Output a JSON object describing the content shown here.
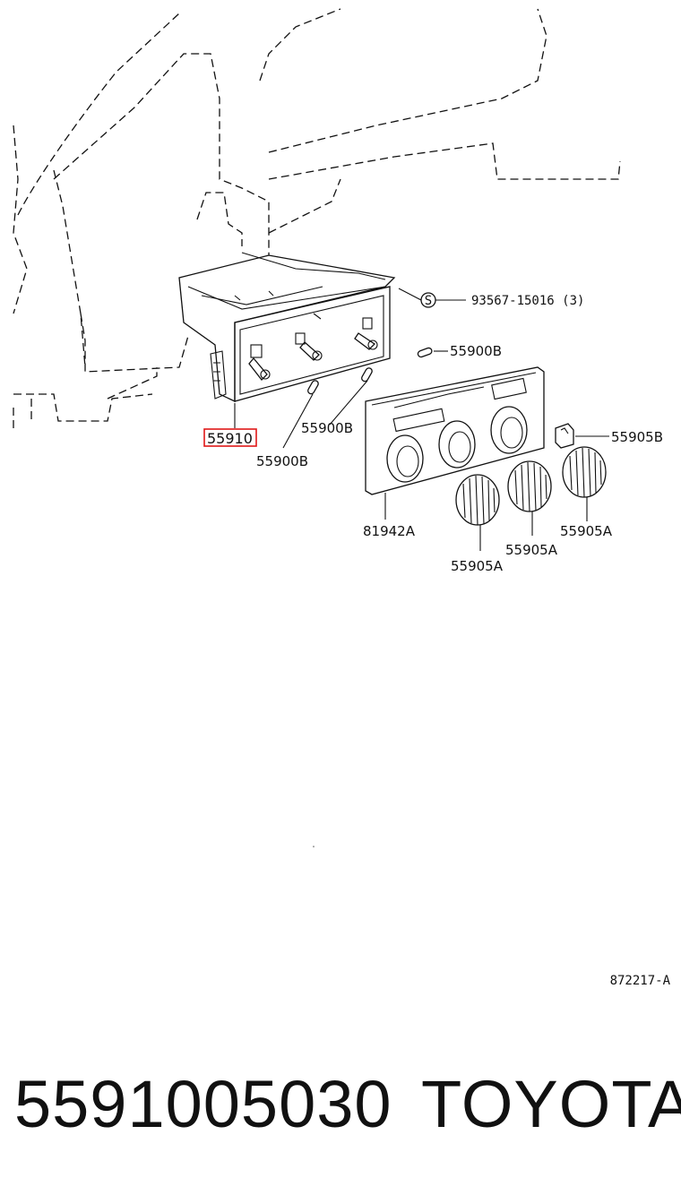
{
  "highlighted_part": "55910",
  "labels": {
    "screw": "93567-15016 (3)",
    "bulb_upper_right": "55900B",
    "bulb_mid": "55900B",
    "bulb_lower_left": "55900B",
    "knob_cap": "55905B",
    "panel": "81942A",
    "knob_right": "55905A",
    "knob_middle": "55905A",
    "knob_left": "55905A"
  },
  "screw_symbol": "S",
  "figure_ref": "872217-A",
  "footer": {
    "part_number": "5591005030",
    "brand": "TOYOTA"
  },
  "colors": {
    "highlight": "#e01818",
    "ink": "#111111"
  }
}
